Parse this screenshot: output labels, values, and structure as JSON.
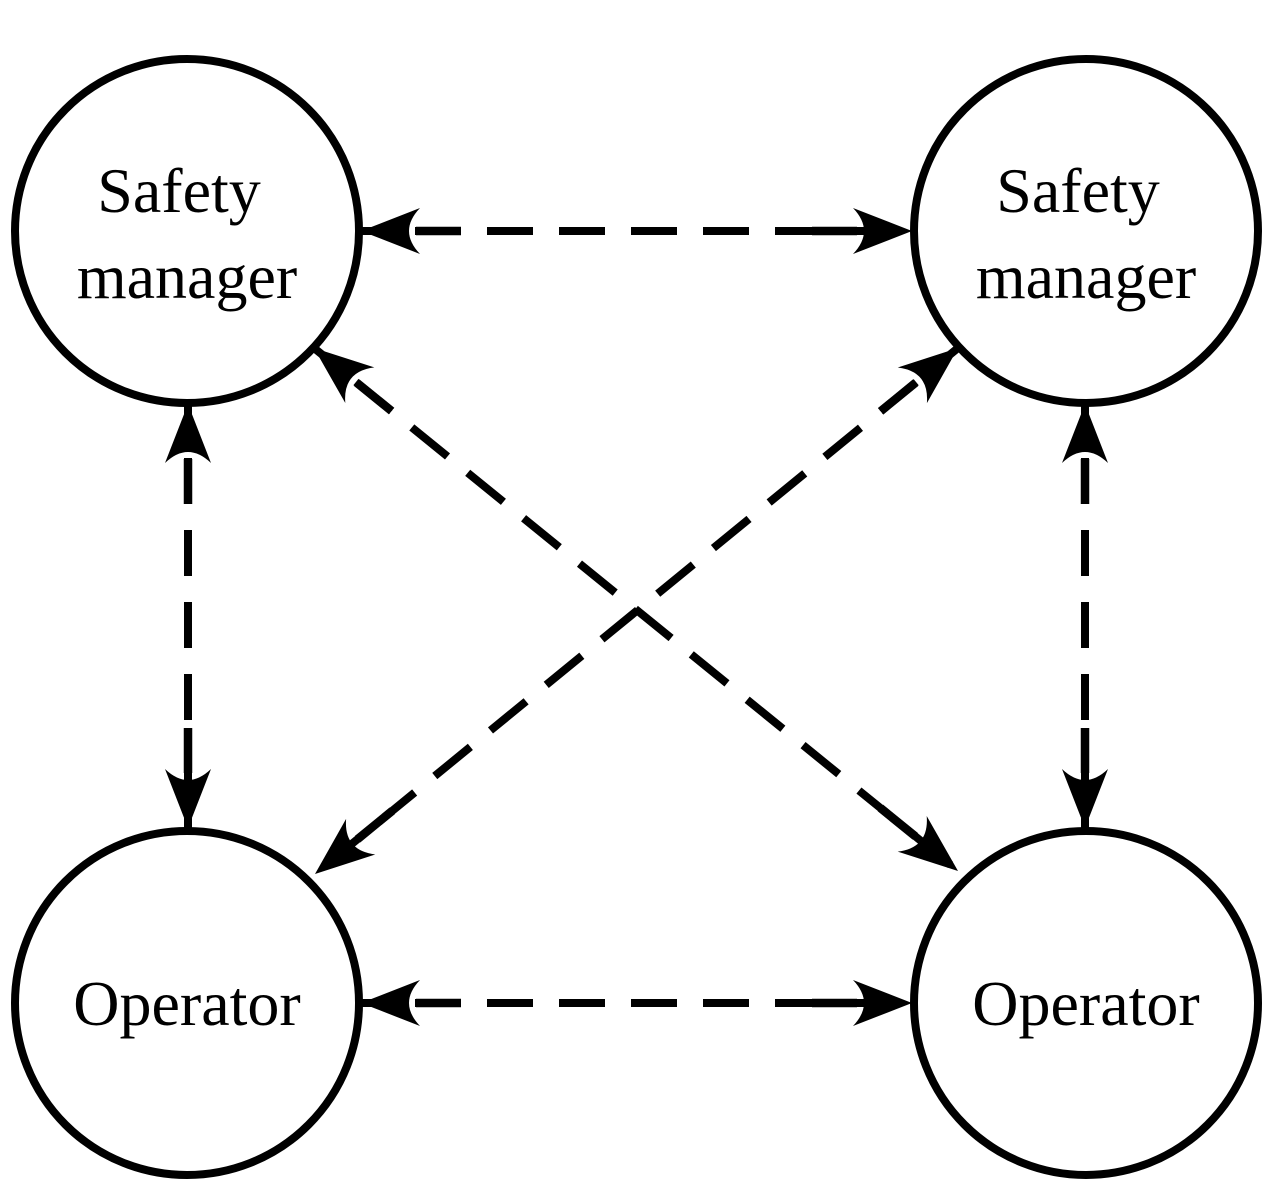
{
  "diagram": {
    "background_color": "#ffffff",
    "stroke_color": "#000000",
    "nodes": [
      {
        "id": "safety-manager-top-left",
        "role": "Safety manager",
        "lines": [
          "Safety",
          "manager"
        ]
      },
      {
        "id": "safety-manager-top-right",
        "role": "Safety manager",
        "lines": [
          "Safety",
          "manager"
        ]
      },
      {
        "id": "operator-bottom-left",
        "role": "Operator",
        "lines": [
          "Operator"
        ]
      },
      {
        "id": "operator-bottom-right",
        "role": "Operator",
        "lines": [
          "Operator"
        ]
      }
    ],
    "edges": [
      {
        "from": "safety-manager-top-left",
        "to": "safety-manager-top-right",
        "style": "dashed",
        "direction": "both"
      },
      {
        "from": "operator-bottom-left",
        "to": "operator-bottom-right",
        "style": "dashed",
        "direction": "both"
      },
      {
        "from": "safety-manager-top-left",
        "to": "operator-bottom-left",
        "style": "dashed",
        "direction": "both"
      },
      {
        "from": "safety-manager-top-right",
        "to": "operator-bottom-right",
        "style": "dashed",
        "direction": "both"
      },
      {
        "from": "safety-manager-top-left",
        "to": "operator-bottom-right",
        "style": "dashed",
        "direction": "both"
      },
      {
        "from": "safety-manager-top-right",
        "to": "operator-bottom-left",
        "style": "dashed",
        "direction": "both"
      }
    ]
  }
}
